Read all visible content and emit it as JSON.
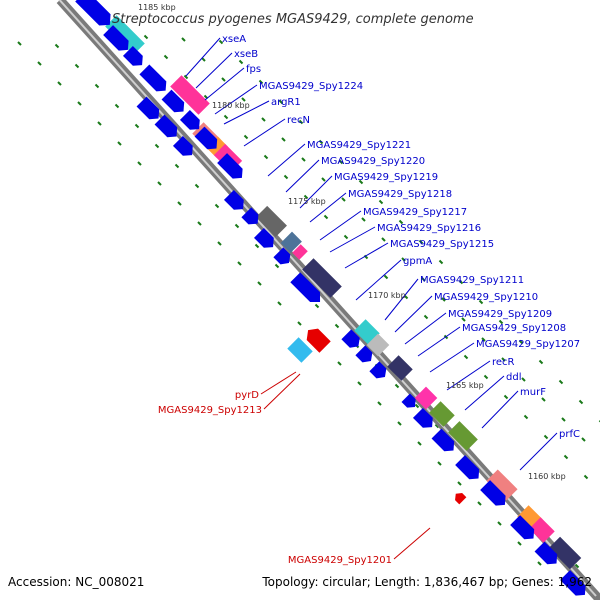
{
  "title": "Streptococcus pyogenes MGAS9429, complete genome",
  "footer": {
    "accession": "Accession: NC_008021",
    "topology": "Topology: circular; Length: 1,836,467 bp; Genes: 1,962"
  },
  "colors": {
    "forward_gene": "#0000e6",
    "reverse_gene": "#e60000",
    "label_forward": "#0000cc",
    "label_reverse": "#cc0000",
    "tick_label": "#333333",
    "dot_track": "#1a7a1a",
    "backbone": "#777777"
  },
  "scale_ticks": [
    "1185 kbp",
    "1180 kbp",
    "1175 kbp",
    "1170 kbp",
    "1165 kbp",
    "1160 kbp"
  ],
  "forward_genes": [
    "xseA",
    "xseB",
    "fps",
    "MGAS9429_Spy1224",
    "argR1",
    "recN",
    "MGAS9429_Spy1221",
    "MGAS9429_Spy1220",
    "MGAS9429_Spy1219",
    "MGAS9429_Spy1218",
    "MGAS9429_Spy1217",
    "MGAS9429_Spy1216",
    "MGAS9429_Spy1215",
    "gpmA",
    "MGAS9429_Spy1211",
    "MGAS9429_Spy1210",
    "MGAS9429_Spy1209",
    "MGAS9429_Spy1208",
    "MGAS9429_Spy1207",
    "recR",
    "ddl",
    "murF",
    "prfC"
  ],
  "reverse_genes": [
    "pyrD",
    "MGAS9429_Spy1213",
    "MGAS9429_Spy1201"
  ]
}
